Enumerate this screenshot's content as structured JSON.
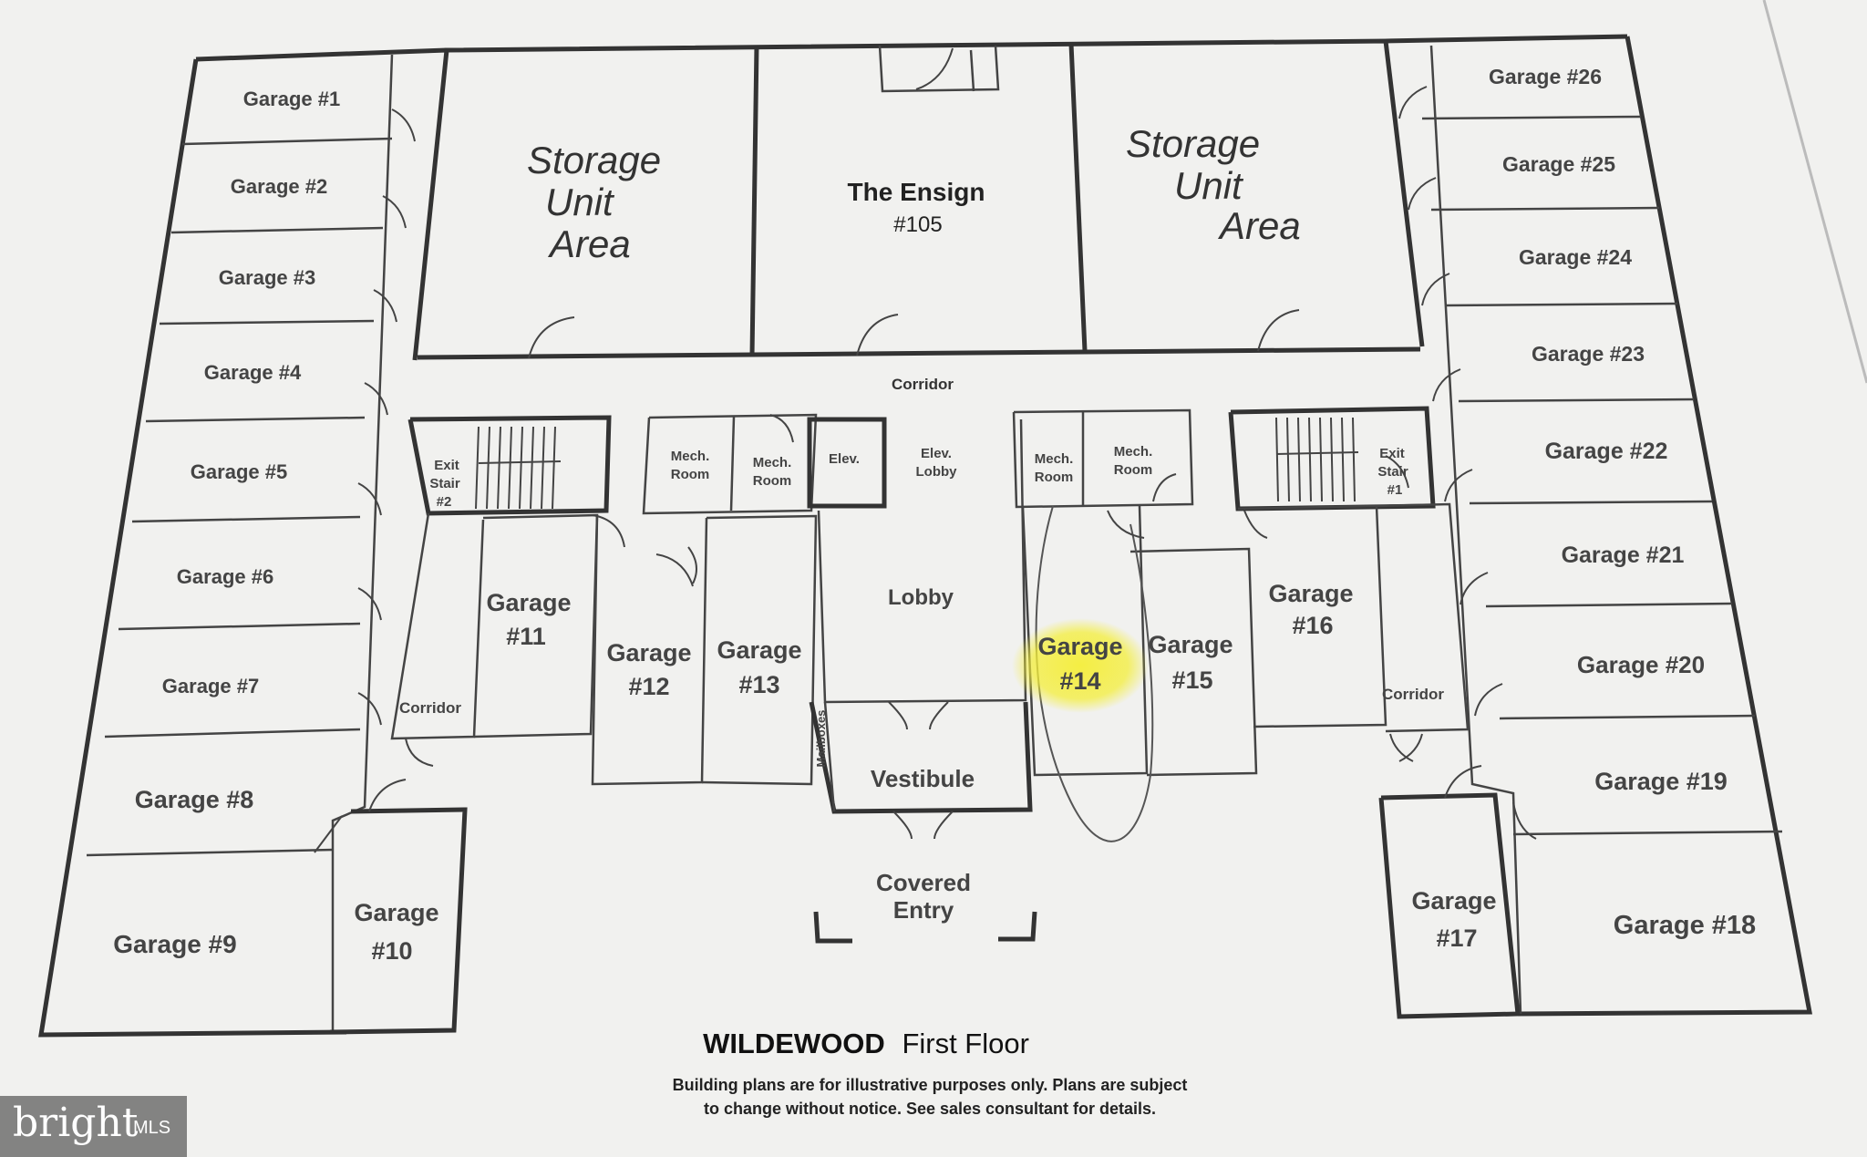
{
  "plan": {
    "storage_left": [
      "Storage",
      "Unit",
      "Area"
    ],
    "storage_right": [
      "Storage",
      "Unit",
      "Area"
    ],
    "ensign": {
      "name": "The Ensign",
      "number": "#105"
    },
    "corridor_top": "Corridor",
    "corridor_left": "Corridor",
    "corridor_right": "Corridor",
    "exit_stair_2": [
      "Exit",
      "Stair",
      "#2"
    ],
    "exit_stair_1": [
      "Exit",
      "Stair",
      "#1"
    ],
    "mech_room": [
      "Mech.",
      "Room"
    ],
    "elev": "Elev.",
    "elev_lobby": [
      "Elev.",
      "Lobby"
    ],
    "lobby": "Lobby",
    "mailboxes": "Mailboxes",
    "vestibule": "Vestibule",
    "covered_entry": [
      "Covered",
      "Entry"
    ],
    "highlight_color": "#f4ee3a",
    "garages": {
      "g1": "Garage #1",
      "g2": "Garage #2",
      "g3": "Garage #3",
      "g4": "Garage #4",
      "g5": "Garage #5",
      "g6": "Garage #6",
      "g7": "Garage #7",
      "g8": "Garage #8",
      "g9": "Garage #9",
      "g10": [
        "Garage",
        "#10"
      ],
      "g11": [
        "Garage",
        "#11"
      ],
      "g12": [
        "Garage",
        "#12"
      ],
      "g13": [
        "Garage",
        "#13"
      ],
      "g14": [
        "Garage",
        "#14"
      ],
      "g15": [
        "Garage",
        "#15"
      ],
      "g16": [
        "Garage",
        "#16"
      ],
      "g17": [
        "Garage",
        "#17"
      ],
      "g18": "Garage #18",
      "g19": "Garage #19",
      "g20": "Garage #20",
      "g21": "Garage #21",
      "g22": "Garage #22",
      "g23": "Garage #23",
      "g24": "Garage #24",
      "g25": "Garage #25",
      "g26": "Garage #26"
    }
  },
  "caption": {
    "title_bold": "WILDEWOOD",
    "title_rest": "First Floor",
    "note_line1": "Building plans are for illustrative purposes only. Plans are subject",
    "note_line2": "to change without notice. See sales consultant for details."
  },
  "watermark": {
    "brand": "bright",
    "suffix": "MLS"
  }
}
